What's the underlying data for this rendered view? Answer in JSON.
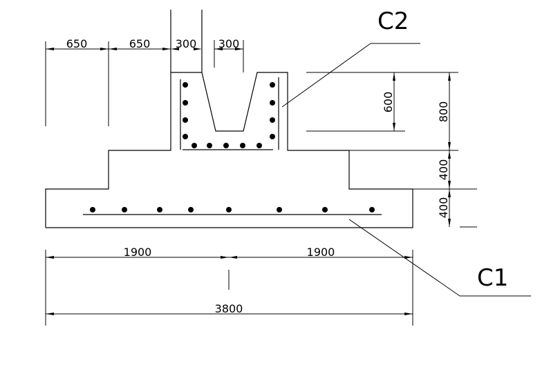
{
  "drawing": {
    "labels": {
      "c1": "C1",
      "c2": "C2"
    },
    "top_dims": [
      "650",
      "650",
      "300",
      "300"
    ],
    "right_dims": {
      "socket_depth": "600",
      "pedestal_height": "800",
      "upper_step": "400",
      "lower_step": "400"
    },
    "bottom_dims": {
      "half_left": "1900",
      "half_right": "1900",
      "total": "3800"
    }
  }
}
